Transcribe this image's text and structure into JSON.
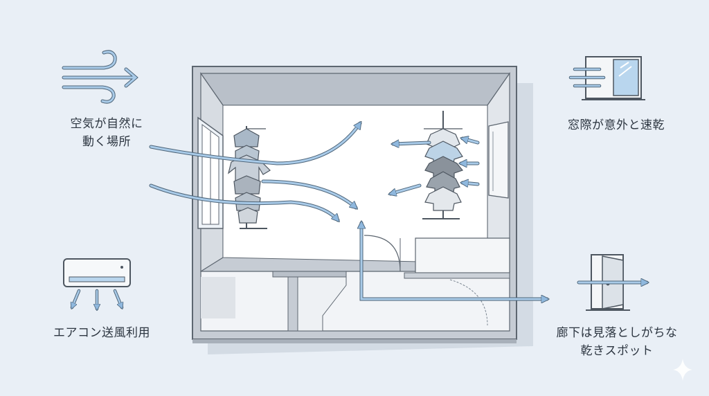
{
  "labels": {
    "wind_line1": "空気が自然に",
    "wind_line2": "動く場所",
    "window": "窓際が意外と速乾",
    "aircon": "エアコン送風利用",
    "hallway_line1": "廊下は見落としがちな",
    "hallway_line2": "乾きスポット"
  },
  "icons": {
    "wind": "wind-icon",
    "window": "window-icon",
    "aircon": "air-conditioner-icon",
    "door": "door-icon",
    "sparkle": "sparkle-icon"
  },
  "colors": {
    "background": "#e9eff6",
    "airflow_arrow": "#8fb8de",
    "airflow_outline": "#4d6478",
    "wall": "#a8b0ba",
    "floor": "#ffffff",
    "text": "#2c3540"
  }
}
